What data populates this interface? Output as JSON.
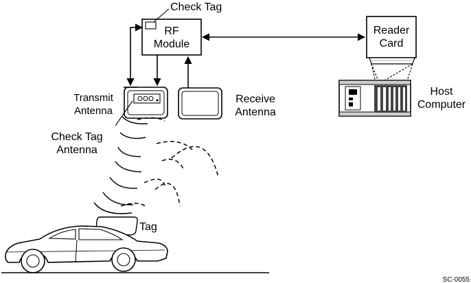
{
  "labels": {
    "check_tag": "Check Tag",
    "rf_module_line1": "RF",
    "rf_module_line2": "Module",
    "reader_card_line1": "Reader",
    "reader_card_line2": "Card",
    "transmit_antenna_line1": "Transmit",
    "transmit_antenna_line2": "Antenna",
    "receive_antenna_line1": "Receive",
    "receive_antenna_line2": "Antenna",
    "host_computer_line1": "Host",
    "host_computer_line2": "Computer",
    "check_tag_antenna_line1": "Check Tag",
    "check_tag_antenna_line2": "Antenna",
    "tag": "Tag",
    "figure_code": "SC-0055"
  },
  "icons": {
    "host_computer": "rack-computer-icon",
    "vehicle": "car-icon",
    "antenna_panel": "antenna-panel-icon"
  }
}
